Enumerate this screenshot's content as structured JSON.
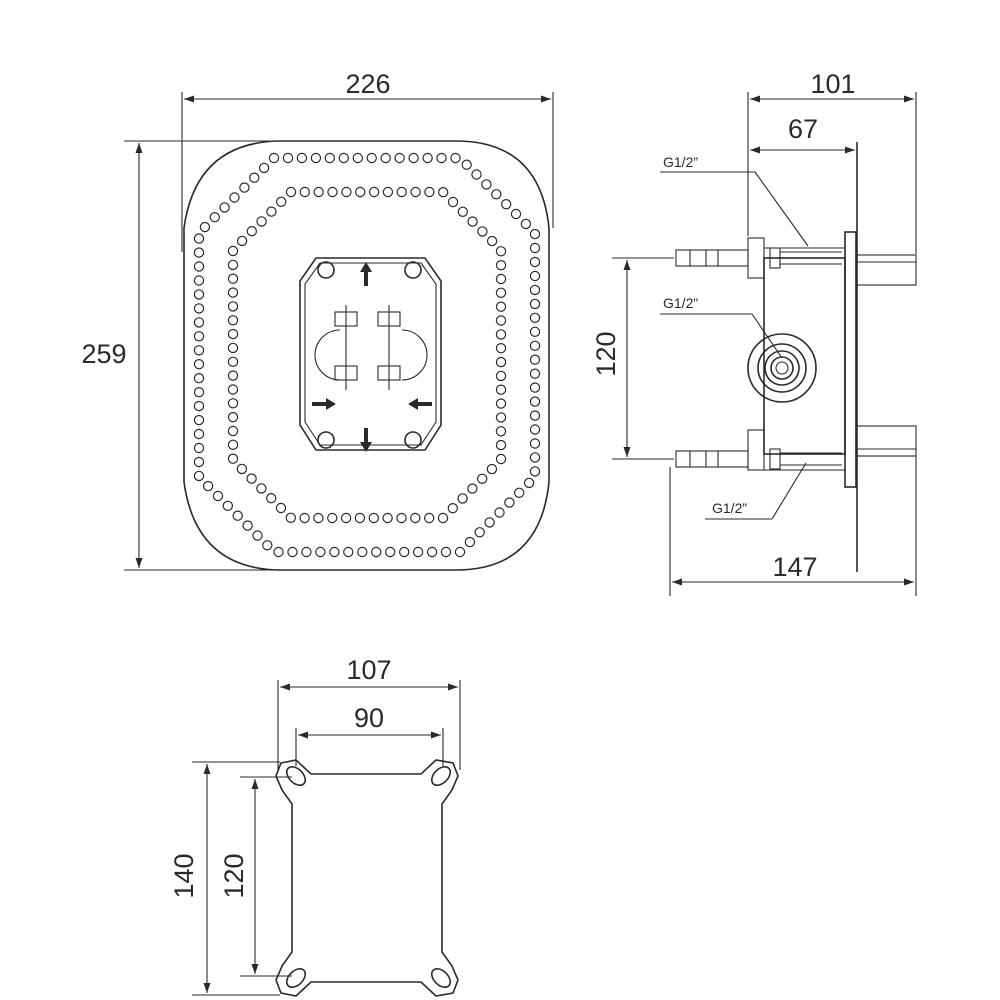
{
  "front_view": {
    "width_label": "226",
    "height_label": "259"
  },
  "side_view": {
    "depth_total_label": "101",
    "depth_inner_label": "67",
    "spacing_label": "120",
    "overall_label": "147",
    "thread_top_label": "G1/2”",
    "thread_mid_label": "G1/2”",
    "thread_bottom_label": "G1/2”"
  },
  "bracket_view": {
    "outer_width_label": "107",
    "inner_width_label": "90",
    "outer_height_label": "140",
    "inner_height_label": "120"
  }
}
